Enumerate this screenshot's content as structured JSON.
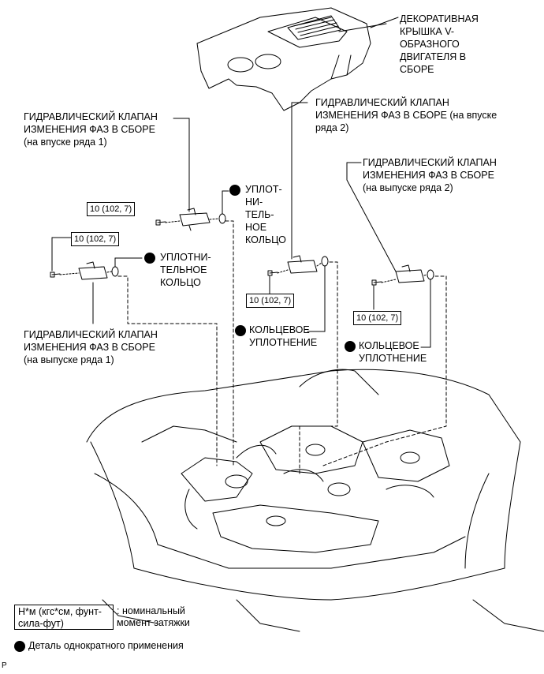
{
  "labels": {
    "cover": "ДЕКОРАТИВНАЯ\nКРЫШКА V-\nОБРАЗНОГО\nДВИГАТЕЛЯ В\nСБОРЕ",
    "ocv_in1": "ГИДРАВЛИЧЕСКИЙ КЛАПАН\nИЗМЕНЕНИЯ ФАЗ В СБОРЕ\n(на впуске ряда 1)",
    "ocv_in2": "ГИДРАВЛИЧЕСКИЙ КЛАПАН\nИЗМЕНЕНИЯ ФАЗ В СБОРЕ (на впуске\nряда 2)",
    "ocv_ex2": "ГИДРАВЛИЧЕСКИЙ КЛАПАН\nИЗМЕНЕНИЯ ФАЗ В СБОРЕ\n(на выпуске ряда 2)",
    "ocv_ex1": "ГИДРАВЛИЧЕСКИЙ КЛАПАН\nИЗМЕНЕНИЯ ФАЗ В СБОРЕ\n(на выпуске ряда 1)",
    "seal_1": "УПЛОТ-\nНИ-\nТЕЛЬ-\nНОЕ\nКОЛЬЦО",
    "seal_2": "УПЛОТНИ-\nТЕЛЬНОЕ\nКОЛЬЦО",
    "oring_1": "КОЛЬЦЕВОЕ\nУПЛОТНЕНИЕ",
    "oring_2": "КОЛЬЦЕВОЕ\nУПЛОТНЕНИЕ"
  },
  "torque": {
    "t1": "10 (102, 7)",
    "t2": "10 (102, 7)",
    "t3": "10 (102, 7)",
    "t4": "10 (102, 7)"
  },
  "legend": {
    "unit_box": "Н*м (кгс*см, фунт-\nсила-фут)",
    "unit_desc": ": номинальный\nмомент затяжки",
    "single_use": "Деталь однократного применения"
  },
  "footer": {
    "code": "P"
  }
}
